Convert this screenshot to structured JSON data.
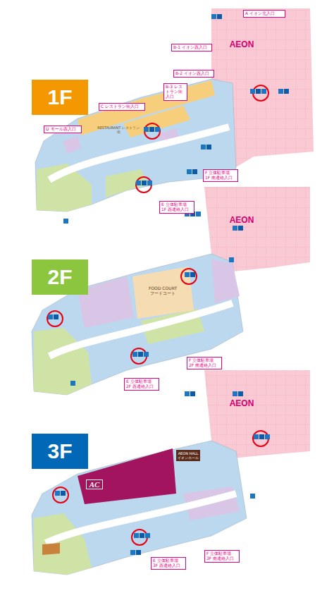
{
  "diagram": {
    "nodes": [
      {
        "text": [
          "1F"
        ]
      },
      {
        "text": [
          "AEON"
        ]
      },
      {
        "text": [
          "A イオン北入口"
        ]
      },
      {
        "text": [
          "B-1 イオン西入口"
        ]
      },
      {
        "text": [
          "B-2 イオン西入口"
        ]
      },
      {
        "text": [
          "B-3 レストラン街入口"
        ]
      },
      {
        "text": [
          "C レストラン街入口"
        ]
      },
      {
        "text": [
          "D モール西入口"
        ]
      },
      {
        "text": [
          "F 立体駐車場 1F 南連絡入口"
        ]
      },
      {
        "text": [
          "E 立体駐車場 1F 西連絡入口"
        ]
      },
      {
        "text": [
          "2F"
        ]
      },
      {
        "text": [
          "AEON"
        ]
      },
      {
        "text": [
          "FOOD COURT",
          "フードコート"
        ]
      },
      {
        "text": [
          "F 立体駐車場 2F 南連絡入口"
        ]
      },
      {
        "text": [
          "E 立体駐車場 2F 西連絡入口"
        ]
      },
      {
        "text": [
          "3F"
        ]
      },
      {
        "text": [
          "AEON"
        ]
      },
      {
        "text": [
          "AC"
        ]
      },
      {
        "text": [
          "AEON HALL",
          "イオンホール"
        ]
      },
      {
        "text": [
          "F 立体駐車場 3F 南連絡入口"
        ]
      },
      {
        "text": [
          "E 立体駐車場 3F 西連絡入口"
        ]
      }
    ],
    "labels": [
      "RESTAURANT レストラン街"
    ]
  }
}
